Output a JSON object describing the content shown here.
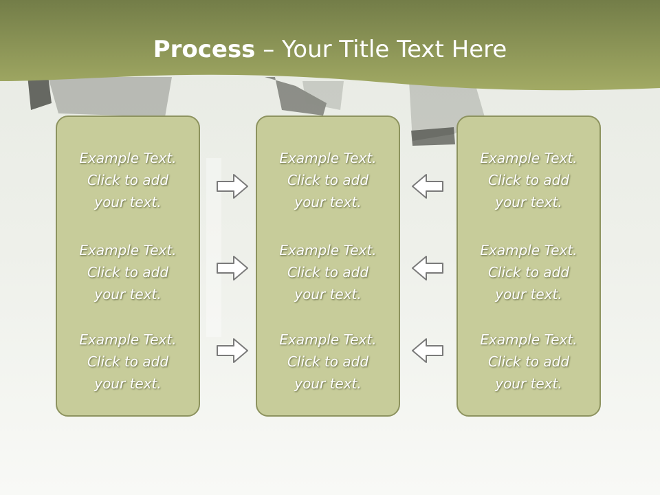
{
  "slide": {
    "title_bold": "Process",
    "title_rest": " – Your Title Text Here"
  },
  "panels": {
    "left": {
      "items": [
        "Example Text.\nClick  to add\nyour text.",
        "Example Text.\nClick  to add\nyour text.",
        "Example Text.\nClick  to add\nyour text."
      ]
    },
    "middle": {
      "items": [
        "Example Text.\nClick  to add\nyour text.",
        "Example Text.\nClick  to add\nyour text.",
        "Example Text.\nClick  to add\nyour text."
      ]
    },
    "right": {
      "items": [
        "Example Text.\nClick  to add\nyour text.",
        "Example Text.\nClick  to add\nyour text.",
        "Example Text.\nClick  to add\nyour text."
      ]
    }
  },
  "icons": {
    "left_arrows": "arrow-right-icon",
    "right_arrows": "arrow-left-icon"
  },
  "colors": {
    "header": "#8f9a55",
    "panel_fill": "#c7cc9a",
    "panel_border": "#8d935f",
    "arrow_fill": "#ffffff",
    "arrow_stroke": "#7a7a7a"
  }
}
